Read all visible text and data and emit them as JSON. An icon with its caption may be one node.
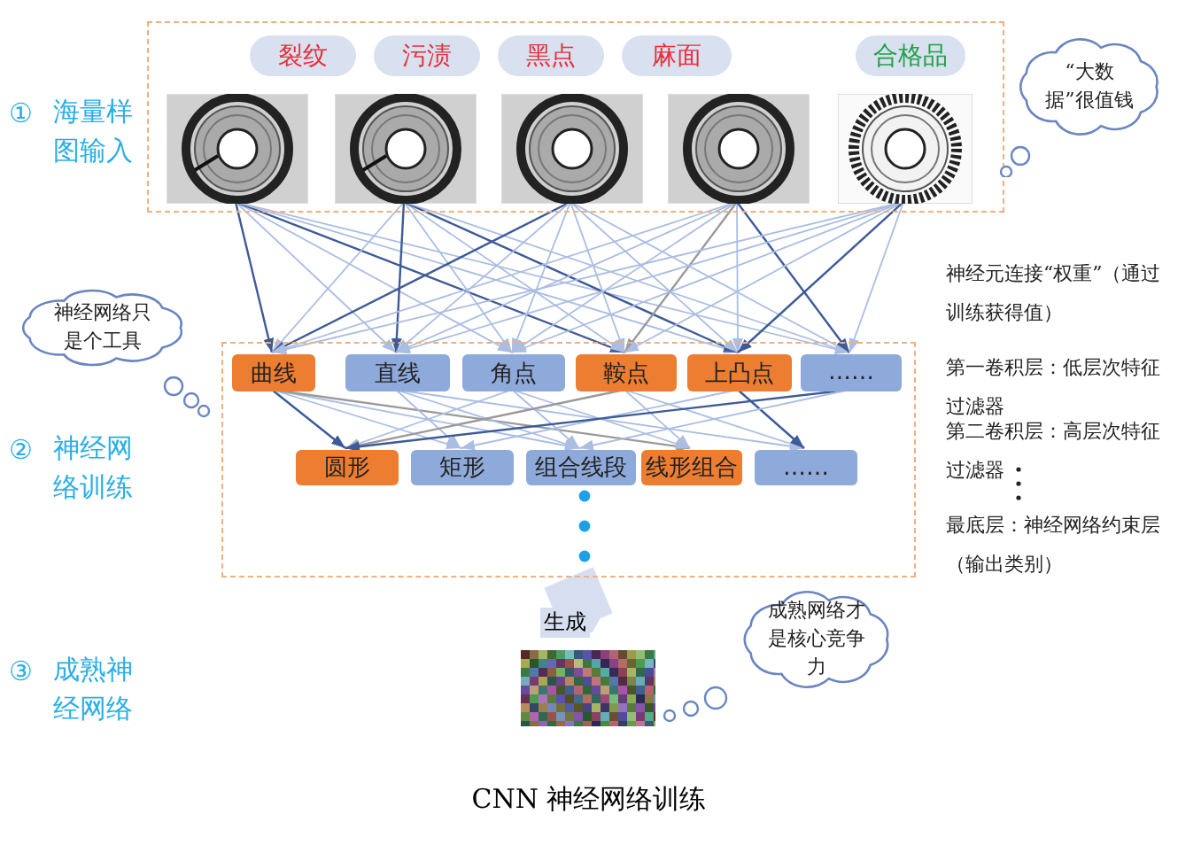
{
  "diagram": {
    "caption": "CNN 神经网络训练",
    "nodes": [
      {
        "text": [],
        "shape": "box"
      },
      {
        "text": [
          "裂纹"
        ],
        "in": 0
      },
      {
        "text": [
          "污渍"
        ],
        "in": 0
      },
      {
        "text": [
          "黑点"
        ],
        "in": 0
      },
      {
        "text": [
          "麻面"
        ],
        "in": 0
      },
      {
        "text": [
          "合格品"
        ],
        "in": 0
      },
      {
        "text": [],
        "shape": "picture",
        "in": 0
      },
      {
        "text": [],
        "shape": "picture",
        "in": 0
      },
      {
        "text": [],
        "shape": "picture",
        "in": 0
      },
      {
        "text": [],
        "shape": "picture",
        "in": 0
      },
      {
        "text": [],
        "shape": "picture",
        "in": 0
      },
      {
        "text": [],
        "shape": "box"
      },
      {
        "text": [
          "曲线"
        ],
        "in": 11
      },
      {
        "text": [
          "直线"
        ],
        "in": 11
      },
      {
        "text": [
          "角点"
        ],
        "in": 11
      },
      {
        "text": [
          "鞍点"
        ],
        "in": 11
      },
      {
        "text": [
          "上凸点"
        ],
        "in": 11
      },
      {
        "text": [
          "……"
        ],
        "in": 11
      },
      {
        "text": [
          "圆形"
        ],
        "in": 11
      },
      {
        "text": [
          "矩形"
        ],
        "in": 11
      },
      {
        "text": [
          "组合线段"
        ],
        "in": 11
      },
      {
        "text": [
          "线形组合"
        ],
        "in": 11
      },
      {
        "text": [
          "……"
        ],
        "in": 11
      },
      {
        "text": [],
        "shape": "picture"
      },
      {
        "text": [
          "“大数据”很值钱"
        ]
      },
      {
        "text": [
          "神经网络只是个工具"
        ]
      },
      {
        "text": [
          "成熟网络才是核心竞争力"
        ]
      }
    ],
    "edges": [
      {
        "from": 6,
        "to": 12,
        "arrow": "to",
        "color": "#3d5a99"
      },
      {
        "from": 6,
        "to": 13,
        "arrow": "to"
      },
      {
        "from": 6,
        "to": 14,
        "arrow": "to"
      },
      {
        "from": 6,
        "to": 15,
        "arrow": "to",
        "color": "#3d5a99"
      },
      {
        "from": 6,
        "to": 16,
        "arrow": "to"
      },
      {
        "from": 6,
        "to": 17,
        "arrow": "to"
      },
      {
        "from": 7,
        "to": 12,
        "arrow": "to"
      },
      {
        "from": 7,
        "to": 13,
        "arrow": "to",
        "color": "#3d5a99"
      },
      {
        "from": 7,
        "to": 14,
        "arrow": "to"
      },
      {
        "from": 7,
        "to": 15,
        "arrow": "to"
      },
      {
        "from": 7,
        "to": 16,
        "arrow": "to",
        "color": "#3d5a99"
      },
      {
        "from": 7,
        "to": 17,
        "arrow": "to"
      },
      {
        "from": 8,
        "to": 12,
        "arrow": "to",
        "color": "#3d5a99"
      },
      {
        "from": 8,
        "to": 13,
        "arrow": "to"
      },
      {
        "from": 8,
        "to": 14,
        "arrow": "to"
      },
      {
        "from": 8,
        "to": 15,
        "arrow": "to"
      },
      {
        "from": 8,
        "to": 16,
        "arrow": "to"
      },
      {
        "from": 8,
        "to": 17,
        "arrow": "to"
      },
      {
        "from": 9,
        "to": 12,
        "arrow": "to"
      },
      {
        "from": 9,
        "to": 13,
        "arrow": "to"
      },
      {
        "from": 9,
        "to": 14,
        "arrow": "to"
      },
      {
        "from": 9,
        "to": 15,
        "arrow": "to",
        "color": "#9a9a9a"
      },
      {
        "from": 9,
        "to": 16,
        "arrow": "to"
      },
      {
        "from": 9,
        "to": 17,
        "arrow": "to",
        "color": "#3d5a99"
      },
      {
        "from": 10,
        "to": 12,
        "arrow": "to"
      },
      {
        "from": 10,
        "to": 13,
        "arrow": "to"
      },
      {
        "from": 10,
        "to": 14,
        "arrow": "to"
      },
      {
        "from": 10,
        "to": 15,
        "arrow": "to"
      },
      {
        "from": 10,
        "to": 16,
        "arrow": "to",
        "color": "#3d5a99"
      },
      {
        "from": 10,
        "to": 17,
        "arrow": "to"
      },
      {
        "from": 12,
        "to": 18,
        "arrow": "to",
        "color": "#3d5a99"
      },
      {
        "from": 12,
        "to": 19,
        "arrow": "to"
      },
      {
        "from": 12,
        "to": 20,
        "arrow": "to"
      },
      {
        "from": 12,
        "to": 21,
        "arrow": "to",
        "color": "#9a9a9a"
      },
      {
        "from": 13,
        "to": 19,
        "arrow": "to"
      },
      {
        "from": 13,
        "to": 20,
        "arrow": "to"
      },
      {
        "from": 13,
        "to": 22,
        "arrow": "to"
      },
      {
        "from": 14,
        "to": 18,
        "arrow": "to"
      },
      {
        "from": 14,
        "to": 20,
        "arrow": "to"
      },
      {
        "from": 14,
        "to": 21,
        "arrow": "to"
      },
      {
        "from": 15,
        "to": 18,
        "arrow": "to",
        "color": "#9a9a9a"
      },
      {
        "from": 15,
        "to": 21,
        "arrow": "to"
      },
      {
        "from": 15,
        "to": 22,
        "arrow": "to"
      },
      {
        "from": 16,
        "to": 19,
        "arrow": "to"
      },
      {
        "from": 16,
        "to": 22,
        "arrow": "to",
        "color": "#3d5a99"
      },
      {
        "from": 17,
        "to": 18,
        "arrow": "to",
        "color": "#3d5a99"
      },
      {
        "from": 17,
        "to": 20,
        "arrow": "to"
      },
      {
        "from": 11,
        "to": 23,
        "arrow": "to",
        "label": "生成",
        "style": "thick",
        "color": "#d6def0"
      }
    ],
    "labels": [
      "①",
      "海量样图输入",
      "②",
      "神经网络训练",
      "③",
      "成熟神经网络",
      "神经元连接“权重”（通过训练获得值）",
      "第一卷积层：低层次特征过滤器",
      "第二卷积层：高层次特征过滤器",
      "最底层：神经网络约束层（输出类别）"
    ]
  }
}
